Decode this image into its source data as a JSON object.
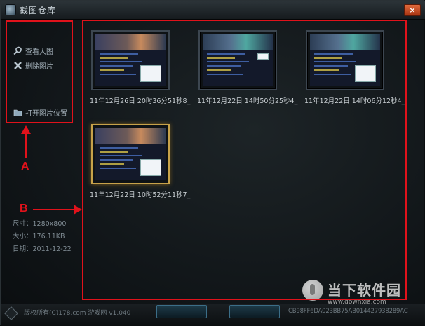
{
  "window": {
    "title": "截图仓库",
    "close_glyph": "×"
  },
  "sidebar": {
    "actions": [
      {
        "label": "查看大图",
        "icon": "magnifier-icon"
      },
      {
        "label": "删除图片",
        "icon": "delete-x-icon"
      },
      {
        "label": "打开图片位置",
        "icon": "folder-icon"
      }
    ]
  },
  "file_info": {
    "size": "尺寸：1280x800",
    "filesize": "大小：176.11KB",
    "date": "日期：2011-12-22"
  },
  "gallery": {
    "items": [
      {
        "label": "11年12月26日 20时36分51秒8_",
        "selected": false
      },
      {
        "label": "11年12月22日 14时50分25秒4_",
        "selected": false
      },
      {
        "label": "11年12月22日 14时06分12秒4_",
        "selected": false
      },
      {
        "label": "11年12月22日 10时52分11秒7_",
        "selected": true
      }
    ]
  },
  "footer": {
    "copyright": "版权所有(C)178.com  游戏网 v1.040",
    "code": "CB98FF6DA023BB75AB014427938289AC"
  },
  "watermark": {
    "brand": "当下软件园",
    "url": "www.downxia.com"
  },
  "annotations": {
    "a": "A",
    "b": "B"
  },
  "colors": {
    "annotation": "#e0121b",
    "selected_border": "#c7a24a",
    "close_button": "#c94a22"
  }
}
